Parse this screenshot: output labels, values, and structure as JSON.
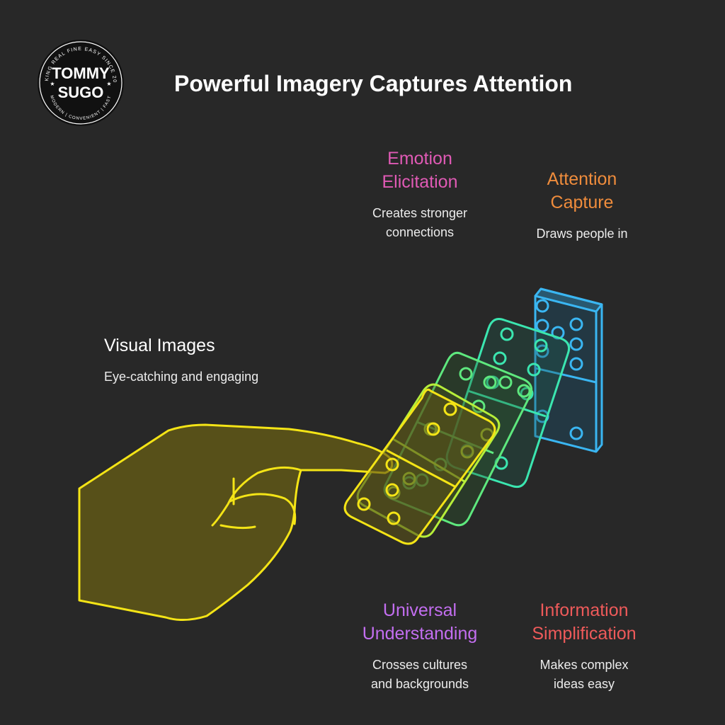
{
  "title": "Powerful Imagery Captures Attention",
  "logo": {
    "line1": "TOMMY",
    "line2": "SUGO",
    "ring_top": "MAKING REAL FINE EASY SINCE 2019",
    "ring_bottom": "MODERN | CONVENIENT | FAST"
  },
  "items": {
    "emotion": {
      "title": "Emotion\nElicitation",
      "desc": "Creates stronger\nconnections",
      "color": "#e05ab5"
    },
    "attention": {
      "title": "Attention\nCapture",
      "desc": "Draws people in",
      "color": "#ef8c3c"
    },
    "visual": {
      "title": "Visual Images",
      "desc": "Eye-catching and engaging",
      "color": "#ffffff"
    },
    "universal": {
      "title": "Universal\nUnderstanding",
      "desc": "Crosses cultures\nand backgrounds",
      "color": "#c36ef0"
    },
    "information": {
      "title": "Information\nSimplification",
      "desc": "Makes complex\nideas easy",
      "color": "#ee5a5a"
    }
  },
  "colors": {
    "background": "#282828",
    "hand": "#f4e416",
    "domino_yellow": "#f4e416",
    "domino_lime": "#b6ee3a",
    "domino_green": "#5ee87e",
    "domino_teal": "#3be6b0",
    "domino_blue": "#3ab6f2"
  }
}
